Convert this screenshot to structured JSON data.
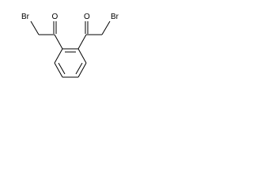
{
  "molecule": {
    "atoms": {
      "br_left": "Br",
      "o_left": "O",
      "o_right": "O",
      "br_right": "Br"
    }
  },
  "colors": {
    "background": "#ffffff",
    "ink": "#000000"
  }
}
